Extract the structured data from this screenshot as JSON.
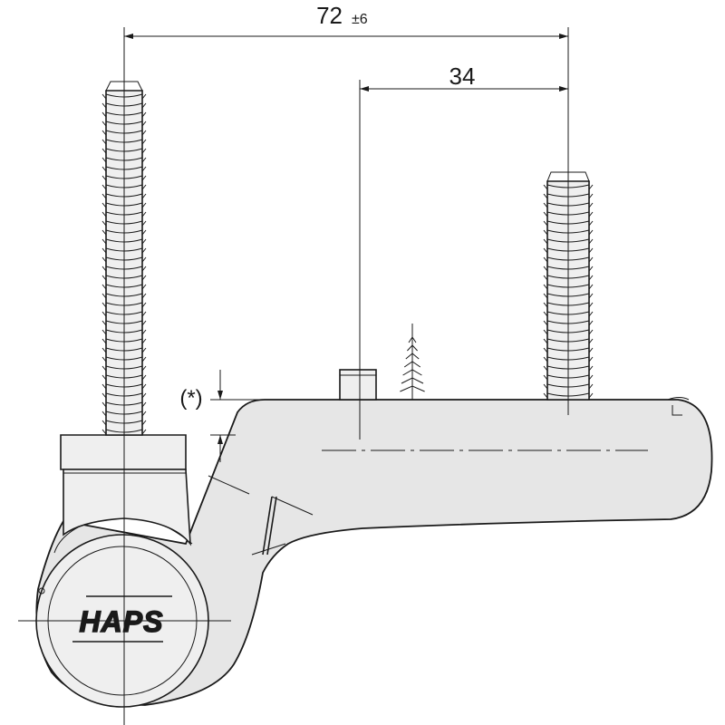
{
  "dimensions": {
    "overall": {
      "value": "72",
      "tolerance": "±6"
    },
    "spacing": {
      "value": "34"
    },
    "height_note": "(*)"
  },
  "logo": {
    "text": "HAPS"
  },
  "colors": {
    "line": "#1a1a1a",
    "part_fill": "#e6e6e6",
    "background": "#ffffff"
  }
}
